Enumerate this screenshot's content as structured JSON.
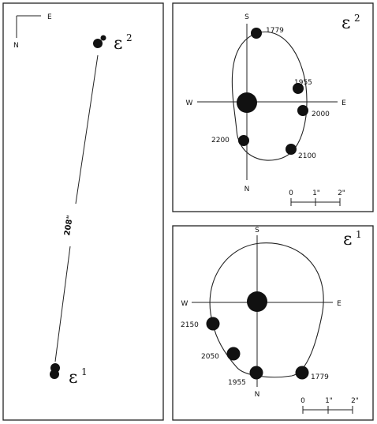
{
  "wide_panel": {
    "compass": {
      "east": "E",
      "north": "N"
    },
    "separation": "208\"",
    "star_top": {
      "greek": "ε",
      "sup": "2"
    },
    "star_bottom": {
      "greek": "ε",
      "sup": "1"
    }
  },
  "panel_e2": {
    "title": {
      "greek": "ε",
      "sup": "2"
    },
    "directions": {
      "south": "S",
      "north": "N",
      "west": "W",
      "east": "E"
    },
    "years": [
      "1779",
      "1955",
      "2000",
      "2100",
      "2200"
    ],
    "scale": {
      "labels": [
        "0",
        "1\"",
        "2\""
      ]
    }
  },
  "panel_e1": {
    "title": {
      "greek": "ε",
      "sup": "1"
    },
    "directions": {
      "south": "S",
      "north": "N",
      "west": "W",
      "east": "E"
    },
    "years": [
      "2150",
      "2050",
      "1955",
      "1779"
    ],
    "scale": {
      "labels": [
        "0",
        "1\"",
        "2\""
      ]
    }
  }
}
